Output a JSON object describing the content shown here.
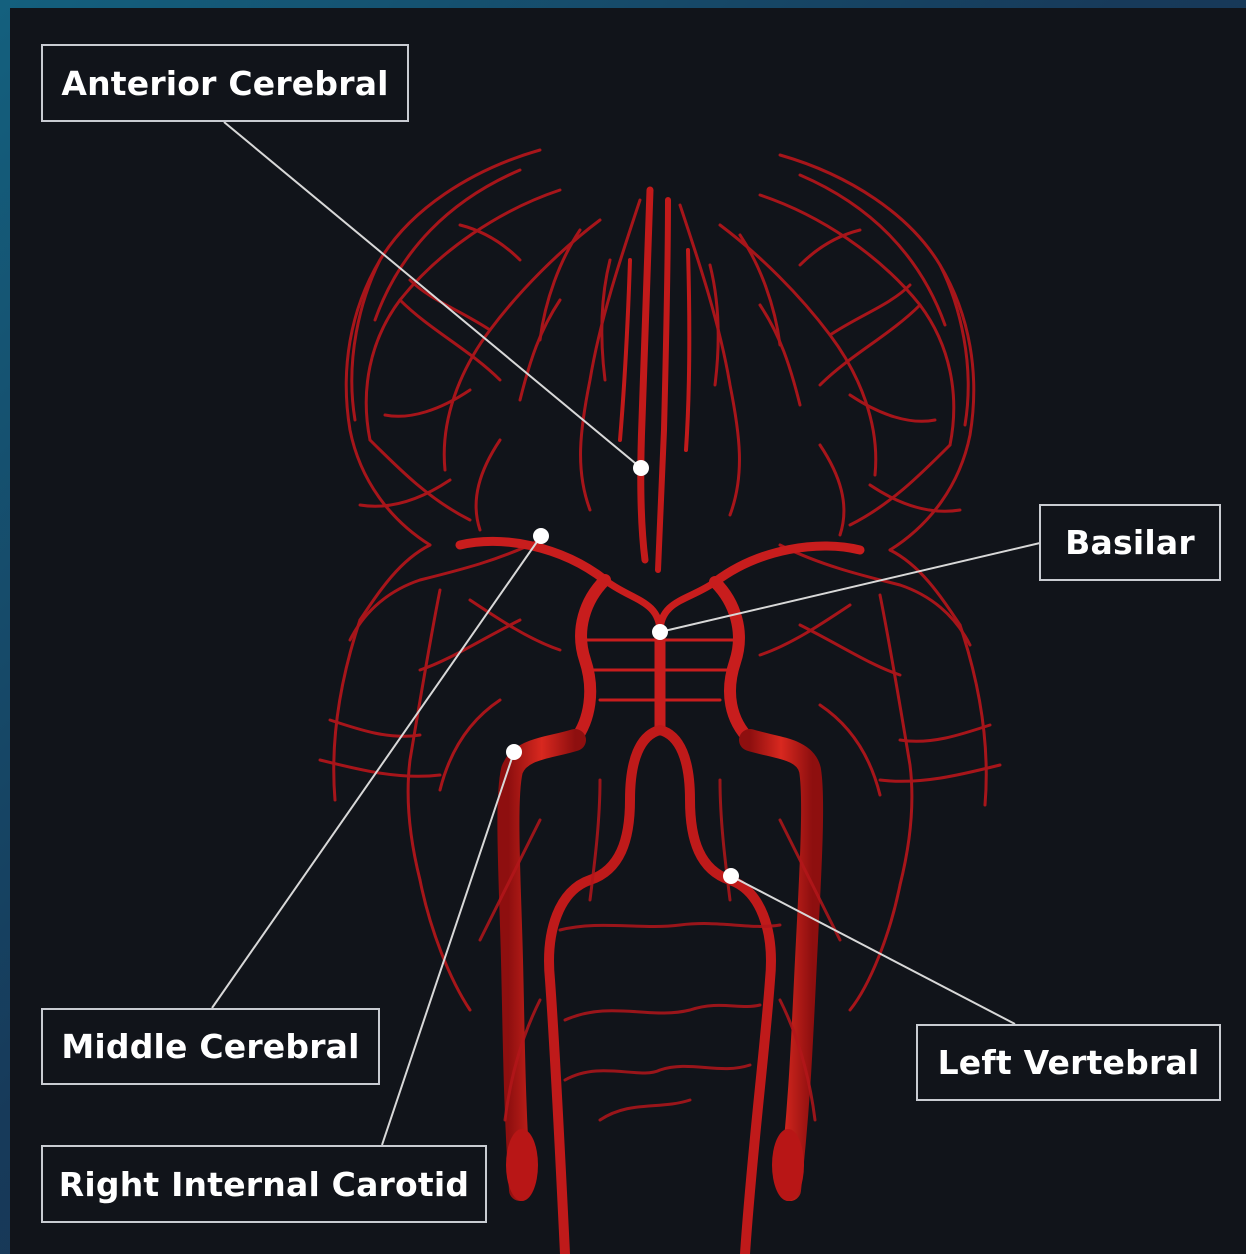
{
  "labels": {
    "anterior_cerebral": "Anterior Cerebral",
    "basilar": "Basilar",
    "middle_cerebral": "Middle Cerebral",
    "right_internal_carotid": "Right Internal Carotid",
    "left_vertebral": "Left Vertebral"
  },
  "colors": {
    "background": "#11141a",
    "frame": "#16506e",
    "vessel": "#c01818",
    "vessel_highlight": "#e23a30",
    "leader_line": "#d8d8d8",
    "label_text": "#ffffff"
  }
}
